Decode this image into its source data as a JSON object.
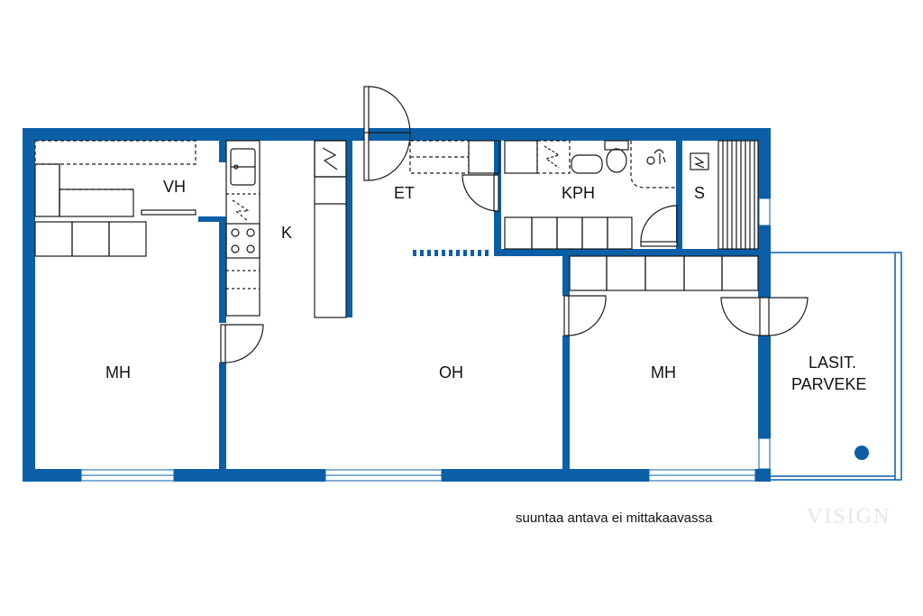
{
  "colors": {
    "wall": "#0a5fa6",
    "line": "#1a1a1a",
    "background": "#ffffff"
  },
  "rooms": {
    "vh": "VH",
    "k": "K",
    "et": "ET",
    "kph": "KPH",
    "s": "S",
    "mh_left": "MH",
    "oh": "OH",
    "mh_right": "MH",
    "balcony_line1": "LASIT.",
    "balcony_line2": "PARVEKE"
  },
  "note": "suuntaa antava ei mittakaavassa",
  "watermark": "VISIGN"
}
